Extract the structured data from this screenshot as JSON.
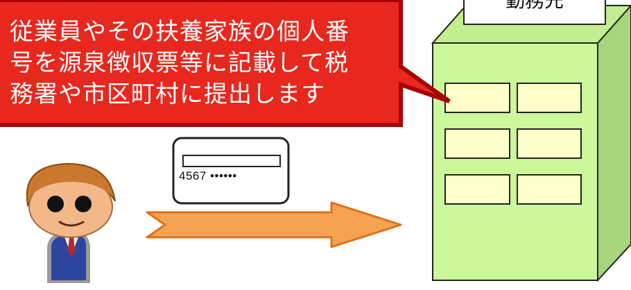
{
  "speech_bubble": {
    "lines": [
      "従業員やその扶養家族の個人番",
      "号を源泉徴収票等に記載して税",
      "務署や市区町村に提出します"
    ]
  },
  "id_card": {
    "number_text": "4567 ••••••"
  },
  "building": {
    "sign_label": "勤務先"
  },
  "colors": {
    "bubble_fill": "#E8281E",
    "bubble_border": "#A80000",
    "arrow_fill": "#F5A254",
    "building_front": "#CCF79A",
    "building_side": "#A6D57A",
    "window_fill": "#FFFFCC"
  },
  "icons": {
    "person": "businessman-icon",
    "card": "id-card-icon",
    "arrow": "right-arrow-icon",
    "building": "office-building-icon"
  }
}
